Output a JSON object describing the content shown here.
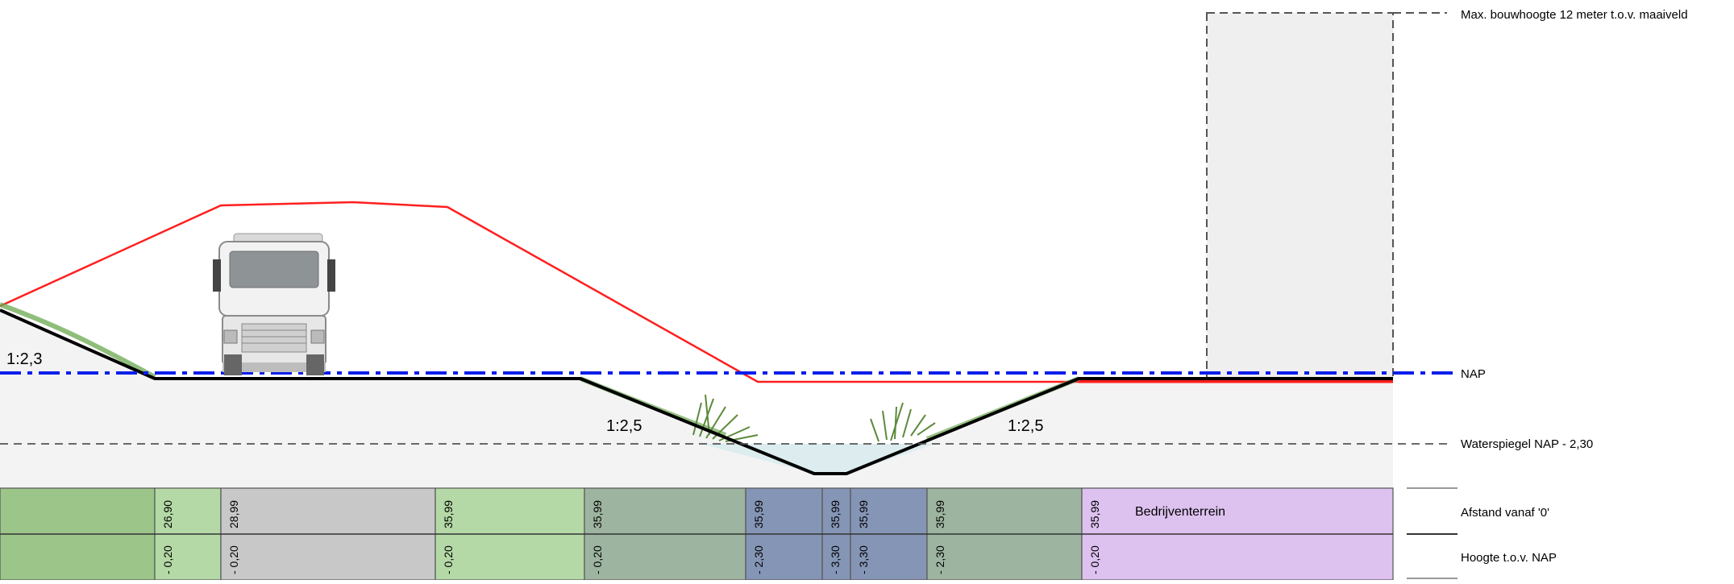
{
  "labels": {
    "max_height": "Max. bouwhoogte 12 meter t.o.v. maaiveld",
    "nap": "NAP",
    "waterspiegel": "Waterspiegel NAP - 2,30",
    "afstand": "Afstand vanaf '0'",
    "hoogte": "Hoogte t.o.v. NAP",
    "bedrijventerrein": "Bedrijventerrein"
  },
  "slopes": {
    "left": "1:2,3",
    "middle": "1:2,5",
    "right": "1:2,5"
  },
  "afstand_values": [
    "26,90",
    "28,99",
    "35,99",
    "35,99",
    "35,99",
    "35,99",
    "35,99",
    "35,99",
    "35,99"
  ],
  "hoogte_values": [
    "- 0,20",
    "- 0,20",
    "- 0,20",
    "- 0,20",
    "- 2,30",
    "- 3,30",
    "- 3,30",
    "- 2,30",
    "- 0,20"
  ],
  "colors": {
    "zone_dark_green": "#9cc58a",
    "zone_light_green": "#b4d9a6",
    "zone_gray": "#c8c8c8",
    "zone_sage": "#9db5a0",
    "zone_blue": "#8595b5",
    "zone_purple": "#ddc1ef",
    "nap_line": "#0a1eeb",
    "profile_line": "#ff1f1f",
    "ground_fill": "#f3f3f3"
  }
}
